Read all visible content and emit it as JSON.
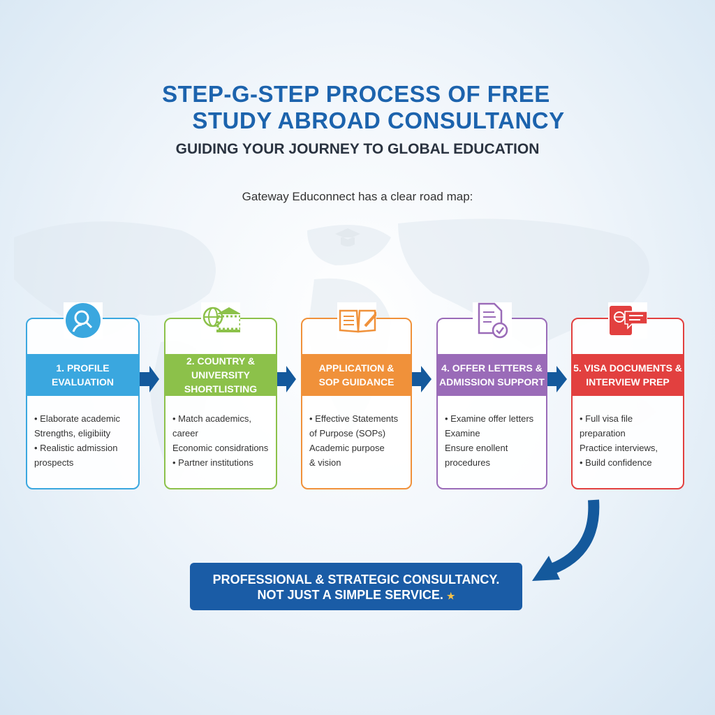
{
  "title_line1": "STEP-G-STEP PROCESS OF FREE",
  "title_line2": "STUDY ABROAD CONSULTANCY",
  "subtitle": "GUIDING YOUR JOURNEY TO GLOBAL EDUCATION",
  "intro": "Gateway Educonnect has a clear road map:",
  "steps": [
    {
      "title": "1. PROFILE\nEVALUATION",
      "color": "#3aa7df",
      "icon": "magnifier-person-icon",
      "bullets": [
        "• Elaborate academic\n   Strengths, eligibiity",
        "• Realistic admission\n   prospects"
      ]
    },
    {
      "title": "2. COUNTRY & UNIVERSITY\nSHORTLISTING",
      "color": "#8cc14a",
      "icon": "globe-university-icon",
      "bullets": [
        "• Match academics, career\n   Economic considrations",
        "• Partner institutions"
      ]
    },
    {
      "title": "APPLICATION &\nSOP GUIDANCE",
      "color": "#f0913a",
      "icon": "open-book-pencil-icon",
      "bullets": [
        "• Effective Statements\n   of Purpose (SOPs)\n   Academic purpose\n   & vision"
      ]
    },
    {
      "title": "4. OFFER LETTERS &\nADMISSION SUPPORT",
      "color": "#9a6bb8",
      "icon": "document-check-icon",
      "bullets": [
        "• Examine offer letters\n        Examine\nEnsure enollent procedures"
      ]
    },
    {
      "title": "5. VISA DOCUMENTS &\nINTERVIEW PREP",
      "color": "#e2403f",
      "icon": "passport-chat-icon",
      "bullets": [
        "• Full visa file preparation\n   Practice interviews,",
        "• Build confidence"
      ]
    }
  ],
  "banner_line1": "PROFESSIONAL & STRATEGIC CONSULTANCY.",
  "banner_line2": "NOT JUST A SIMPLE SERVICE.",
  "banner_star": "★"
}
